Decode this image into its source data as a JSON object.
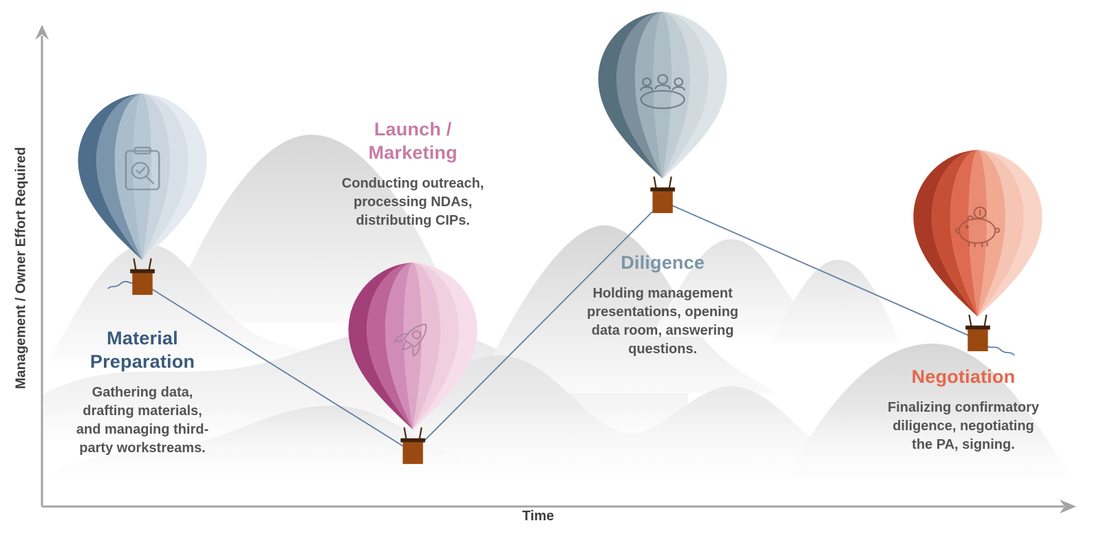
{
  "figure": {
    "y_axis_label": "Management / Owner Effort Required",
    "x_axis_label": "Time"
  },
  "phases": [
    {
      "title": "Material\nPreparation",
      "title_color": "#3a5a7c",
      "description": "Gathering data,\ndrafting materials,\nand managing third-\nparty workstreams.",
      "icon": "clipboard-search-icon",
      "icon_color": "#7d8b96",
      "effort_level": "high",
      "balloon_colors": [
        "#4f6e8b",
        "#7b95ac",
        "#a9bdcb",
        "#b7c7d4",
        "#c9d4de",
        "#d8e0e7",
        "#e4eaef"
      ]
    },
    {
      "title": "Launch /\nMarketing",
      "title_color": "#c87ba4",
      "description": "Conducting outreach,\nprocessing NDAs,\ndistributing CIPs.",
      "icon": "rocket-icon",
      "icon_color": "#a8829b",
      "effort_level": "low",
      "balloon_colors": [
        "#a23f78",
        "#bd6499",
        "#d08cb6",
        "#dda6c6",
        "#e9bfd6",
        "#f0cfe0",
        "#f6dde9"
      ]
    },
    {
      "title": "Diligence",
      "title_color": "#7a95a7",
      "description": "Holding management\npresentations, opening\ndata room, answering\nquestions.",
      "icon": "meeting-icon",
      "icon_color": "#606f79",
      "effort_level": "highest",
      "balloon_colors": [
        "#57707d",
        "#7b909c",
        "#9eb0ba",
        "#aebec7",
        "#c0ccd3",
        "#cfd9de",
        "#dde4e8"
      ]
    },
    {
      "title": "Negotiation",
      "title_color": "#e7664a",
      "description": "Finalizing confirmatory\ndiligence, negotiating\nthe PA, signing.",
      "icon": "piggy-bank-icon",
      "icon_color": "#a05544",
      "effort_level": "medium-high",
      "balloon_colors": [
        "#a93a26",
        "#c64f35",
        "#de6b50",
        "#ea8c74",
        "#f1a992",
        "#f6c4b3",
        "#f9d3c6"
      ]
    }
  ],
  "colors": {
    "connector_line": "#5f7ea0",
    "axis": "#a3a3a3",
    "axis_text": "#3e3e3e",
    "description_text": "#545454",
    "basket": "#9a4a10",
    "basket_band": "#41210a",
    "rope": "#4a3018",
    "mountain_gray": "#d6d6d6"
  }
}
